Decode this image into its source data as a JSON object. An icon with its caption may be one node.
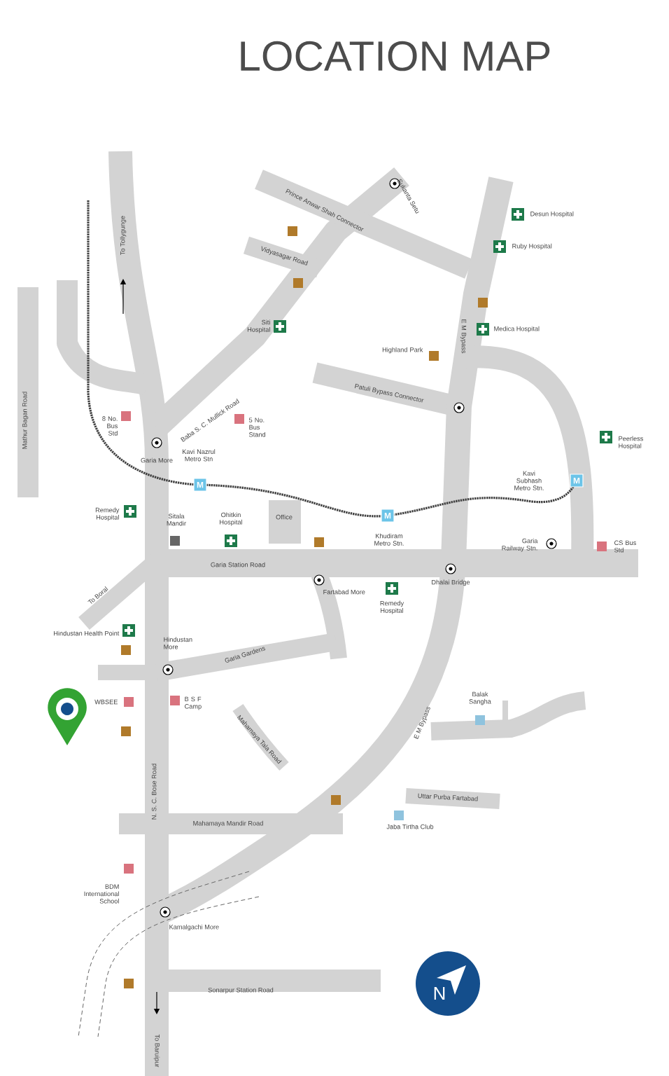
{
  "diagram": {
    "title": "LOCATION MAP",
    "labels": [
      "To Tollygunge",
      "Prince Anwar Shah Connector",
      "Sukanta Setu",
      "Desun Hospital",
      "Ruby Hospital",
      "Vidyasagar Road",
      "Siti Hospital",
      "Medica Hospital",
      "Highland Park",
      "E M Bypass",
      "Patuli Bypass Connector",
      "Mathur Bagan Road",
      "8 No. Bus Std",
      "Baba S. C. Mullick Road",
      "5 No. Bus Stand",
      "Peerless Hospital",
      "Garia More",
      "Kavi Nazrul Metro Stn",
      "M",
      "Kavi Subhash Metro Stn.",
      "M",
      "Remedy Hospital",
      "Sitala Mandir",
      "Ohitkin Hospital",
      "Office",
      "M",
      "Khudiram Metro Stn.",
      "Garia Railway Stn.",
      "CS Bus Std",
      "Garia Station Road",
      "Fartabad More",
      "Dhalai Bridge",
      "To Boral",
      "Remedy Hospital",
      "Hindustan Health Point",
      "Hindustan More",
      "Garia Gardens",
      "WBSEE",
      "B S F Camp",
      "Balak Sangha",
      "E M Bypass",
      "Mahamaya Tala Road",
      "N. S. C. Bose Road",
      "Uttar Purba Fartabad",
      "Mahamaya Mandir Road",
      "Jaba Tirtha Club",
      "BDM International School",
      "Kamalgachi More",
      "Sonarpur Station Road",
      "N",
      "To Baruipur"
    ]
  }
}
